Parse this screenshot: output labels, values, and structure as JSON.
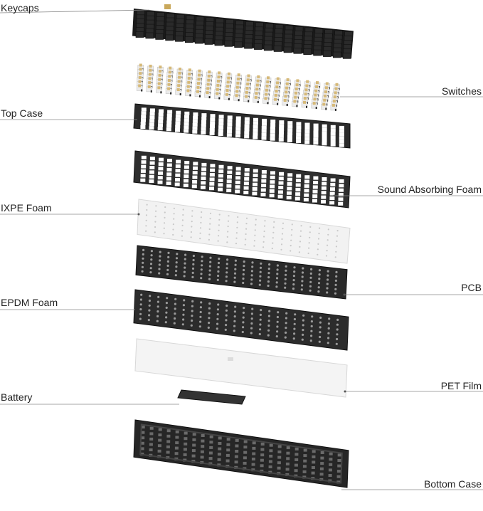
{
  "title": "",
  "layers": [
    {
      "id": "keycaps",
      "label": "Keycaps",
      "side": "left",
      "color": "#2a2a2a",
      "style": "keys"
    },
    {
      "id": "switches",
      "label": "Switches",
      "side": "right",
      "color": "#d6b978",
      "style": "switches"
    },
    {
      "id": "top-case",
      "label": "Top Case",
      "side": "left",
      "color": "#2b2b2b",
      "style": "plate"
    },
    {
      "id": "sound-absorbing-foam",
      "label": "Sound Absorbing Foam",
      "side": "right",
      "color": "#2e2e2e",
      "style": "plate"
    },
    {
      "id": "ixpe-foam",
      "label": "IXPE Foam",
      "side": "left",
      "color": "#f2f2f2",
      "style": "foam"
    },
    {
      "id": "pcb",
      "label": "PCB",
      "side": "right",
      "color": "#2a2a2a",
      "style": "dots"
    },
    {
      "id": "epdm-foam",
      "label": "EPDM Foam",
      "side": "left",
      "color": "#2c2c2c",
      "style": "dots"
    },
    {
      "id": "pet-film",
      "label": "PET Film",
      "side": "right",
      "color": "#f4f4f4",
      "style": "film"
    },
    {
      "id": "battery",
      "label": "Battery",
      "side": "left",
      "color": "#333333",
      "style": "battery"
    },
    {
      "id": "bottom-case",
      "label": "Bottom Case",
      "side": "right",
      "color": "#262626",
      "style": "case"
    }
  ],
  "colors": {
    "line": "#8a8a8a",
    "text": "#222222"
  }
}
